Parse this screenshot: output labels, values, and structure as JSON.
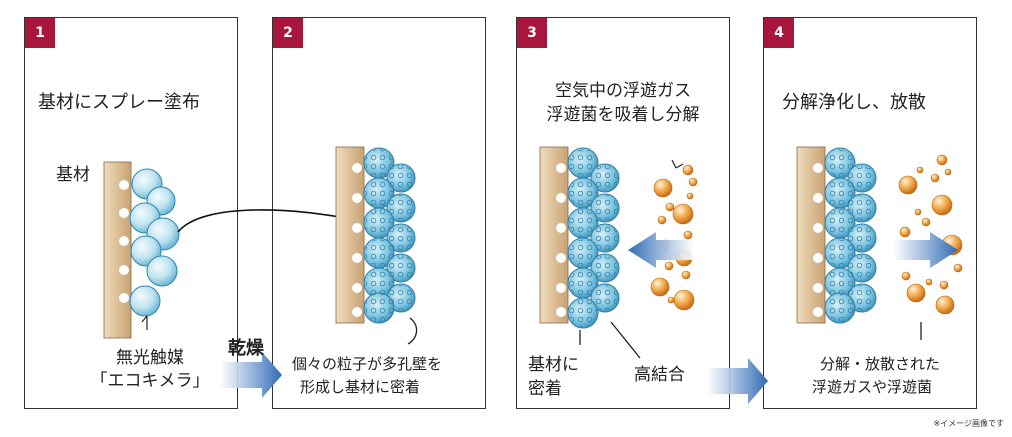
{
  "panels": [
    {
      "number": "1",
      "title": "基材にスプレー塗布",
      "label_substrate": "基材",
      "caption_line1": "無光触媒",
      "caption_line2": "「エコキメラ」"
    },
    {
      "number": "2",
      "caption_line1": "個々の粒子が多孔壁を",
      "caption_line2": "形成し基材に密着"
    },
    {
      "number": "3",
      "title_line1": "空気中の浮遊ガス",
      "title_line2": "浮遊菌を吸着し分解",
      "label_adhere_line1": "基材に",
      "label_adhere_line2": "密着",
      "label_bond": "高結合"
    },
    {
      "number": "4",
      "title": "分解浄化し、放散",
      "caption_line1": "分解・放散された",
      "caption_line2": "浮遊ガスや浮遊菌"
    }
  ],
  "arrow_dry_label": "乾燥",
  "footnote": "※イメージ画像です",
  "colors": {
    "badge": "#a8163d",
    "substrate": "#dcc29c",
    "particle_light": "#bfe3ef",
    "particle_blue": "#3f9ec9",
    "orange": "#e8952f",
    "arrow_blue": "#3a6fb6"
  }
}
